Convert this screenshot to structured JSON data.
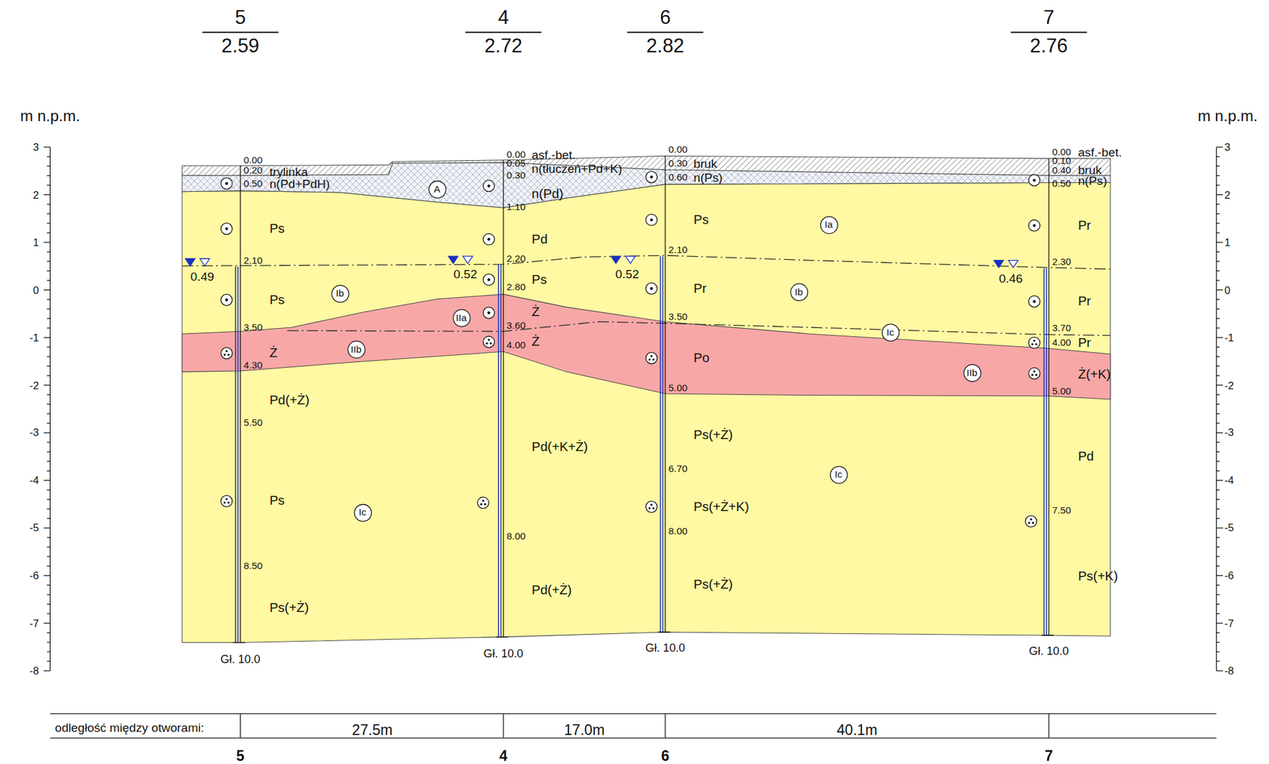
{
  "diagram": {
    "nodes": [
      {
        "text": [
          "A"
        ]
      },
      {
        "text": [
          "Ia"
        ]
      },
      {
        "text": [
          "Ib"
        ]
      },
      {
        "text": [
          "Ib"
        ]
      },
      {
        "text": [
          "IIa"
        ]
      },
      {
        "text": [
          "Ic"
        ]
      },
      {
        "text": [
          "IIb"
        ]
      },
      {
        "text": [
          "IIb"
        ]
      },
      {
        "text": [
          "Ic"
        ]
      },
      {
        "text": [
          "Ic"
        ]
      }
    ],
    "labels": [
      "5",
      "2.59",
      "4",
      "2.72",
      "6",
      "2.82",
      "7",
      "2.76",
      "m n.p.m.",
      "m n.p.m.",
      "3",
      "2",
      "1",
      "0",
      "-1",
      "-2",
      "-3",
      "-4",
      "-5",
      "-6",
      "-7",
      "-8",
      "3",
      "2",
      "1",
      "0",
      "-1",
      "-2",
      "-3",
      "-4",
      "-5",
      "-6",
      "-7",
      "-8",
      "0.00",
      "0.20",
      "trylinka",
      "0.50",
      "n(Pd+PdH)",
      "Ps",
      "2.10",
      "Ps",
      "3.50",
      "Ż",
      "4.30",
      "Pd(+Ż)",
      "5.50",
      "Ps",
      "8.50",
      "Ps(+Ż)",
      "0.00",
      "asf.-bet.",
      "0.05",
      "n(tłuczeń+Pd+K)",
      "0.30",
      "n(Pd)",
      "1.10",
      "Pd",
      "2.20",
      "Ps",
      "2.80",
      "Ż",
      "3.60",
      "Ż",
      "4.00",
      "Pd(+K+Ż)",
      "8.00",
      "Pd(+Ż)",
      "0.00",
      "0.30",
      "bruk",
      "0.60",
      "n(Ps)",
      "Ps",
      "2.10",
      "Pr",
      "3.50",
      "Po",
      "5.00",
      "Ps(+Ż)",
      "6.70",
      "Ps(+Ż+K)",
      "8.00",
      "Ps(+Ż)",
      "0.00",
      "asf.-bet.",
      "0.10",
      "0.40",
      "bruk",
      "0.50",
      "n(Ps)",
      "Pr",
      "2.30",
      "Pr",
      "3.70",
      "4.00",
      "Pr",
      "Ż(+K)",
      "5.00",
      "Pd",
      "7.50",
      "Ps(+K)",
      "0.49",
      "0.52",
      "0.52",
      "0.46",
      "Gł. 10.0",
      "Gł. 10.0",
      "Gł. 10.0",
      "Gł. 10.0",
      "odległość między otworami:",
      "27.5m",
      "17.0m",
      "40.1m",
      "5",
      "4",
      "6",
      "7"
    ]
  }
}
